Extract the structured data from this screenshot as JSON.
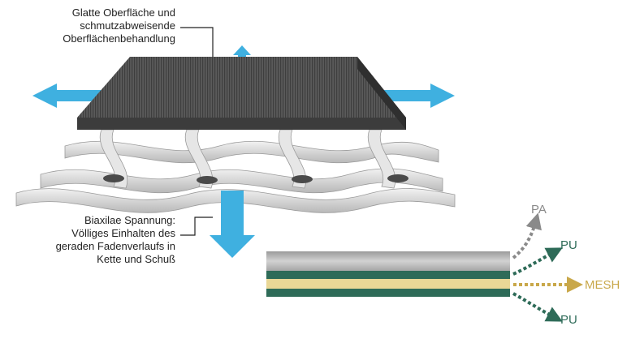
{
  "annotations": {
    "surface": [
      "Glatte Oberfläche und",
      "schmutzabweisende",
      "Oberflächenbehandlung"
    ],
    "tension": [
      "Biaxilae Spannung:",
      "Völliges Einhalten des",
      "geraden Fadenverlaufs in",
      "Kette und Schuß"
    ]
  },
  "layers": {
    "pa": "PA",
    "pu_top": "PU",
    "mesh": "MESH",
    "pu_bottom": "PU"
  },
  "colors": {
    "arrow_blue": "#3fb0e0",
    "surface_dark": "#4b4b4b",
    "mesh_strip": "#d9d9d9",
    "pa_gray": "#8a8a8a",
    "pu_green": "#2e6b58",
    "mesh_gold": "#c9a84a"
  }
}
